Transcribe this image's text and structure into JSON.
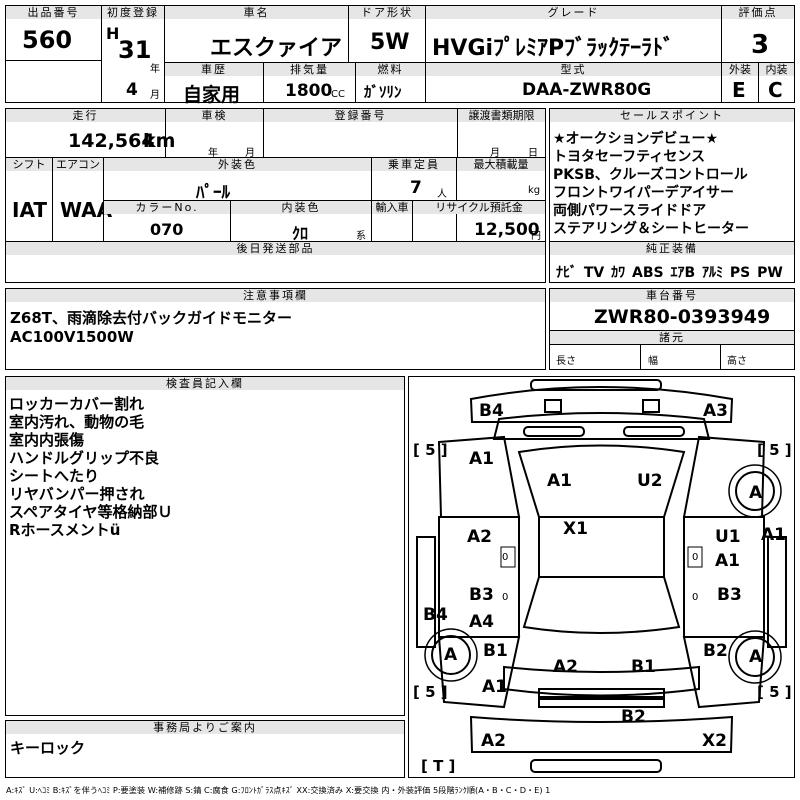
{
  "header": {
    "lot_label": "出品番号",
    "lot": "560",
    "first_reg_label": "初度登録",
    "era": "H",
    "year": "31",
    "year_unit": "年",
    "month": "4",
    "month_unit": "月",
    "car_name_label": "車名",
    "car_name": "エスクァイア",
    "doors_label": "ドア形状",
    "doors": "5W",
    "grade_label": "グレード",
    "grade": "HVGiﾌﾟﾚﾐｱPﾌﾞﾗｯｸﾃｰﾗﾄﾞ",
    "score_label": "評価点",
    "score": "3",
    "history_label": "車歴",
    "history": "自家用",
    "displacement_label": "排気量",
    "displacement": "1800",
    "cc": "CC",
    "fuel_label": "燃料",
    "fuel": "ｶﾞｿﾘﾝ",
    "model_label": "型式",
    "model": "DAA-ZWR80G",
    "ext_label": "外装",
    "ext": "E",
    "int_label": "内装",
    "int": "C"
  },
  "row2": {
    "mileage_label": "走行",
    "mileage": "142,564",
    "km": "km",
    "inspection_label": "車検",
    "year_unit": "年",
    "month_unit": "月",
    "reg_label": "登録番号",
    "transfer_label": "譲渡書類期限",
    "month_unit2": "月",
    "day_unit": "日",
    "shift_label": "シフト",
    "shift": "IAT",
    "ac_label": "エアコン",
    "ac": "WAA",
    "color_label": "外装色",
    "color": "ﾊﾟｰﾙ",
    "capacity_label": "乗車定員",
    "capacity": "7",
    "person_unit": "人",
    "load_label": "最大積載量",
    "kg": "kg",
    "color_no_label": "カラーNo.",
    "color_no": "070",
    "int_color_label": "内装色",
    "int_color": "ｸﾛ",
    "int_color_unit": "系",
    "import_label": "輸入車",
    "recycle_label": "リサイクル預託金",
    "recycle": "12,500",
    "yen": "円",
    "later_parts_label": "後日発送部品"
  },
  "sales": {
    "label": "セールスポイント",
    "lines": [
      "★オークションデビュー★",
      "トヨタセーフティセンス",
      "PKSB、クルーズコントロール",
      "フロントワイパーデアイサー",
      "両側パワースライドドア",
      "ステアリング＆シートヒーター"
    ]
  },
  "equipment": {
    "label": "純正装備",
    "items": [
      "ﾅﾋﾞ",
      "TV",
      "ｶﾜ",
      "ABS",
      "ｴｱB",
      "ｱﾙﾐ",
      "PS",
      "PW"
    ]
  },
  "notes": {
    "label": "注意事項欄",
    "lines": [
      "Z68T、雨滴除去付バックガイドモニター",
      "AC100V1500W"
    ]
  },
  "chassis": {
    "label": "車台番号",
    "number": "ZWR80-0393949",
    "spec_label": "諸元",
    "length": "長さ",
    "width": "幅",
    "height": "高さ"
  },
  "inspector": {
    "label": "検査員記入欄",
    "lines": [
      "ロッカーカバー割れ",
      "室内汚れ、動物の毛",
      "室内内張傷",
      "ハンドルグリップ不良",
      "シートへたり",
      "リヤバンパー押され",
      "スペアタイヤ等格納部Ｕ",
      "Rホースメントü"
    ]
  },
  "office": {
    "label": "事務局よりご案内",
    "text": "キーロック"
  },
  "diagram": {
    "marks": [
      "B4",
      "A3",
      "A1",
      "A1",
      "U2",
      "A",
      "X1",
      "A2",
      "U1",
      "A1",
      "A1",
      "B3",
      "B3",
      "A4",
      "B4",
      "A",
      "B1",
      "A2",
      "B1",
      "B2",
      "A",
      "A1",
      "B2",
      "A2",
      "X2",
      "A"
    ],
    "tire": "[ 5 ]",
    "t": "[ T ]",
    "zeros": [
      "0",
      "0",
      "0",
      "0"
    ]
  },
  "legend": "A:ｷｽﾞ U:ﾍｺﾐ B:ｷｽﾞを伴うﾍｺﾐ P:要塗装 W:補修跡 S:錆 C:腐食 G:ﾌﾛﾝﾄｶﾞﾗｽ点ｷｽﾞ XX:交換済み X:要交換 内・外装評価 5段階ﾗﾝｸ順(A・B・C・D・E) 1"
}
